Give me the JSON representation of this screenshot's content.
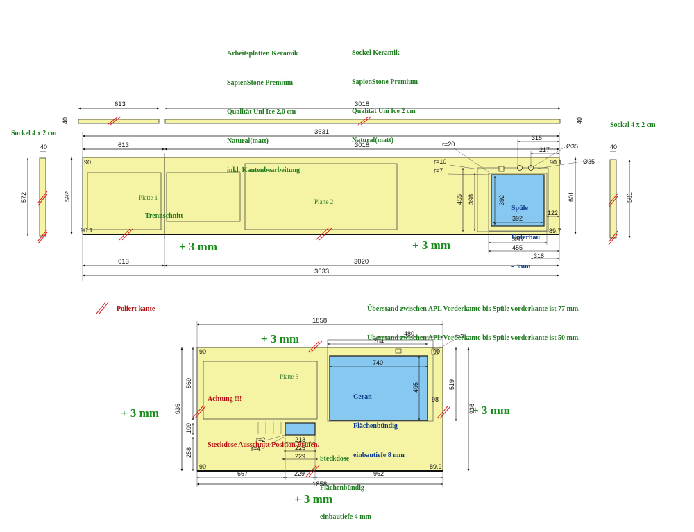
{
  "header": {
    "worktop_lines": [
      "Arbeitsplatten Keramik",
      "SapienStone Premium",
      "Qualität Uni Ice 2,0 cm",
      "Natural(matt)",
      "inkl. Kantenbearbeitung"
    ],
    "plinth_lines": [
      "Sockel Keramik",
      "SapienStone Premium",
      "Qualität Uni Ice 2 cm",
      "Natural(matt)"
    ]
  },
  "top_strip": {
    "dim_left": "613",
    "dim_right": "3018",
    "height_left": "40",
    "height_right": "40"
  },
  "sockel_left": {
    "label": "Sockel 4 x 2 cm",
    "width": "40",
    "length": "572"
  },
  "sockel_right": {
    "label": "Sockel 4 x 2 cm",
    "width": "40",
    "length": "581"
  },
  "upper_plan": {
    "total_top": "3631",
    "segment_left_top": "613",
    "segment_right_top": "3018",
    "depth_left": "592",
    "depth_right": "601",
    "angle_tl": "90",
    "angle_bl": "90.1",
    "angle_tr": "90.1",
    "angle_br": "89.7",
    "plate1_label": "Platte 1",
    "plate2_label": "Platte 2",
    "cut_label": "Trennschnitt",
    "plus_left": "+ 3 mm",
    "plus_right": "+ 3 mm",
    "segment_left_bottom": "613",
    "segment_right_bottom": "3020",
    "total_bottom": "3633",
    "sink": {
      "label_lines": [
        "Spüle",
        "Unterbau",
        "- 3mm"
      ],
      "r20": "r=20",
      "r10": "r=10",
      "r7": "r=7",
      "w315": "315",
      "w217": "217",
      "d35a": "Ø35",
      "d35b": "Ø35",
      "h455": "455",
      "h398": "398",
      "h392": "392",
      "w392": "392",
      "w122": "122",
      "w398": "398",
      "w455": "455",
      "w318": "318"
    }
  },
  "overhang_notes": [
    "Überstand zwischen APL Vorderkante bis Spüle vorderkante ist 77 mm.",
    "Überstand zwischen APL Vorderkante bis Spüle vorderkante ist 50 mm."
  ],
  "legend": {
    "label": "Poliert kante"
  },
  "lower_plan": {
    "width_top": "1858",
    "width_bottom": "1858",
    "depth_left": "936",
    "depth_right": "936",
    "plate_label": "Platte 3",
    "warning_lines": [
      "Achtung !!!",
      "Steckdose Ausschnitt Position Prüfen."
    ],
    "plus_top": "+ 3 mm",
    "plus_left": "+ 3 mm",
    "plus_right": "+ 3 mm",
    "plus_bottom": "+ 3 mm",
    "angle_tl": "90",
    "angle_tr": "90",
    "angle_bl": "90",
    "angle_br": "89.9",
    "w764": "764",
    "w480": "480",
    "w740": "740",
    "r3": "r=3",
    "h495": "495",
    "h569": "569",
    "h519": "519",
    "h258": "258",
    "h109": "109",
    "w667": "667",
    "w229": "229",
    "w962": "962",
    "w213": "213",
    "w225": "225",
    "w229b": "229",
    "w98": "98",
    "r2": "r=2",
    "r4": "r=4",
    "ceran_lines": [
      "Ceran",
      "Flächenbündig",
      "einbautiefe 8 mm"
    ],
    "socket_lines": [
      "Steckdose",
      "Flächenbündig",
      "einbautiefe 4 mm"
    ]
  },
  "colors": {
    "plate": "#f5f3a4",
    "sink": "#87c8f0",
    "poliert": "#d42020",
    "text_green": "#1e7a1e",
    "warning": "#b01010"
  }
}
